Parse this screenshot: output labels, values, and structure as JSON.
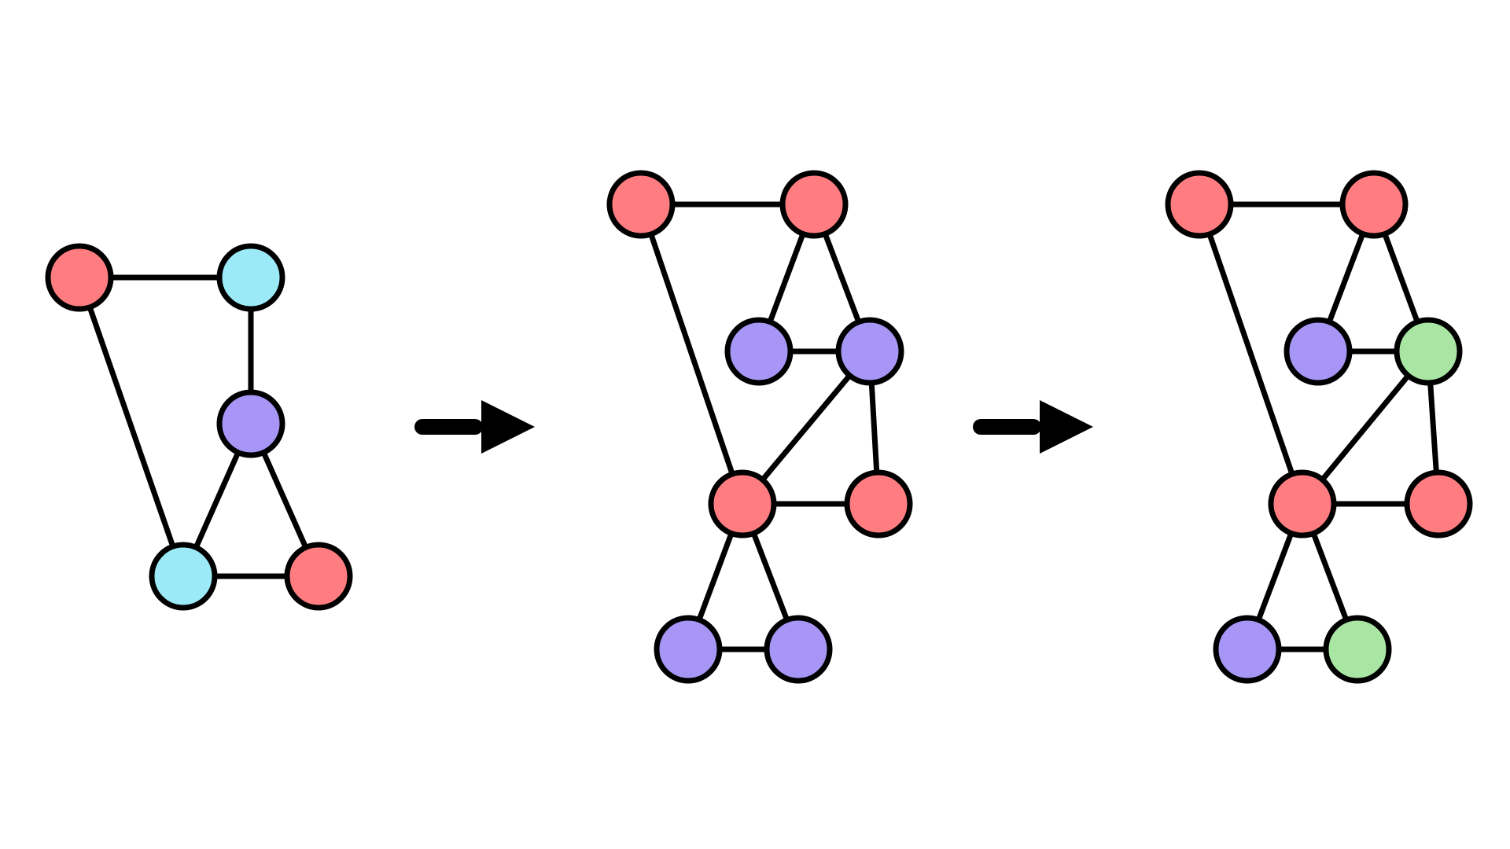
{
  "colors": {
    "red": "#ff7d80",
    "cyan": "#9ceaf8",
    "purple": "#a796f5",
    "green": "#a9e6a3",
    "stroke": "#000000",
    "background": "#ffffff"
  },
  "graphs": [
    {
      "name": "graph-1",
      "nodes": [
        {
          "id": "a",
          "color": "red"
        },
        {
          "id": "b",
          "color": "cyan"
        },
        {
          "id": "c",
          "color": "purple"
        },
        {
          "id": "d",
          "color": "cyan"
        },
        {
          "id": "e",
          "color": "red"
        }
      ],
      "edges": [
        [
          "a",
          "b"
        ],
        [
          "b",
          "c"
        ],
        [
          "a",
          "d"
        ],
        [
          "c",
          "d"
        ],
        [
          "c",
          "e"
        ],
        [
          "d",
          "e"
        ]
      ]
    },
    {
      "name": "graph-2",
      "nodes": [
        {
          "id": "a",
          "color": "red"
        },
        {
          "id": "b",
          "color": "red"
        },
        {
          "id": "c",
          "color": "purple"
        },
        {
          "id": "d",
          "color": "purple"
        },
        {
          "id": "e",
          "color": "red"
        },
        {
          "id": "f",
          "color": "red"
        },
        {
          "id": "g",
          "color": "purple"
        },
        {
          "id": "h",
          "color": "purple"
        }
      ],
      "edges": [
        [
          "a",
          "b"
        ],
        [
          "a",
          "e"
        ],
        [
          "b",
          "c"
        ],
        [
          "b",
          "d"
        ],
        [
          "c",
          "d"
        ],
        [
          "d",
          "e"
        ],
        [
          "d",
          "f"
        ],
        [
          "e",
          "f"
        ],
        [
          "e",
          "g"
        ],
        [
          "e",
          "h"
        ],
        [
          "g",
          "h"
        ]
      ]
    },
    {
      "name": "graph-3",
      "nodes": [
        {
          "id": "a",
          "color": "red"
        },
        {
          "id": "b",
          "color": "red"
        },
        {
          "id": "c",
          "color": "purple"
        },
        {
          "id": "d",
          "color": "green"
        },
        {
          "id": "e",
          "color": "red"
        },
        {
          "id": "f",
          "color": "red"
        },
        {
          "id": "g",
          "color": "purple"
        },
        {
          "id": "h",
          "color": "green"
        }
      ],
      "edges": [
        [
          "a",
          "b"
        ],
        [
          "a",
          "e"
        ],
        [
          "b",
          "c"
        ],
        [
          "b",
          "d"
        ],
        [
          "c",
          "d"
        ],
        [
          "d",
          "e"
        ],
        [
          "d",
          "f"
        ],
        [
          "e",
          "f"
        ],
        [
          "e",
          "g"
        ],
        [
          "e",
          "h"
        ],
        [
          "g",
          "h"
        ]
      ]
    }
  ],
  "arrows": [
    {
      "name": "arrow-1",
      "from": "graph-1",
      "to": "graph-2"
    },
    {
      "name": "arrow-2",
      "from": "graph-2",
      "to": "graph-3"
    }
  ]
}
